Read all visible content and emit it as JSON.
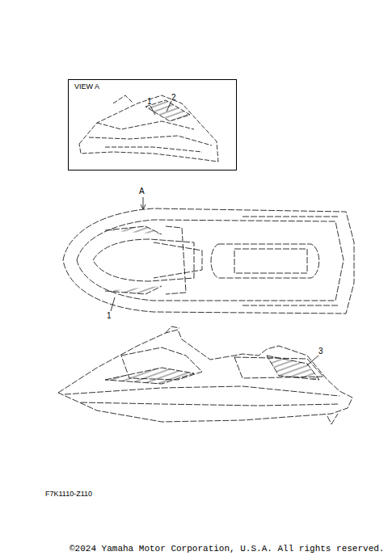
{
  "diagram": {
    "nodes": [
      {
        "text": [
          "VIEW A"
        ]
      }
    ],
    "labels": [
      "1",
      "2",
      "A",
      "1",
      "3",
      "F7K1110-Z110",
      "©2024 Yamaha Motor Corporation, U.S.A. All rights reserved."
    ]
  }
}
